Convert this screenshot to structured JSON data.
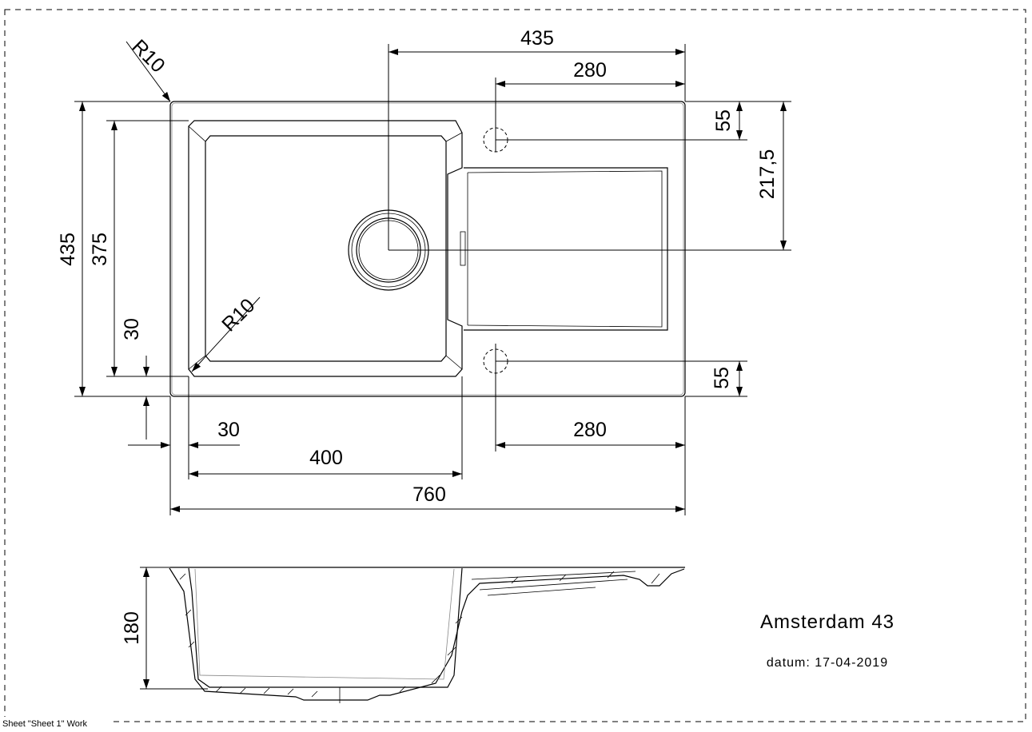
{
  "drawing": {
    "product_name": "Amsterdam 43",
    "date_label": "datum: 17-04-2019",
    "sheet_label": "Sheet \"Sheet 1\" Work"
  },
  "dimensions": {
    "top_435": "435",
    "top_280": "280",
    "right_55_top": "55",
    "right_217_5": "217,5",
    "right_55_bottom": "55",
    "left_435": "435",
    "left_375": "375",
    "left_30": "30",
    "bottom_30": "30",
    "bottom_400": "400",
    "bottom_760": "760",
    "bottom_280": "280",
    "radius_outer": "R10",
    "radius_inner": "R10",
    "section_depth_180": "180"
  }
}
